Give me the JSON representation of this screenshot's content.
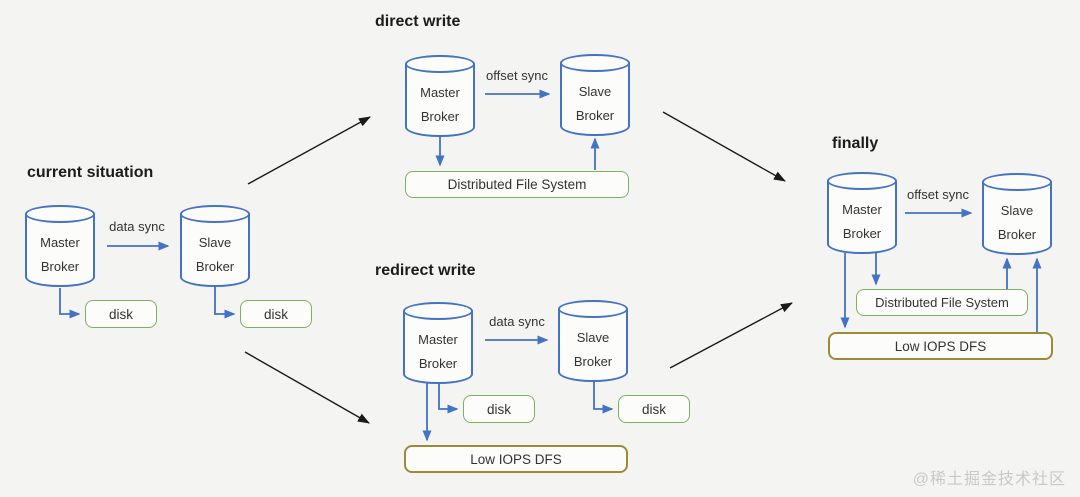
{
  "watermark": "@稀土掘金技术社区",
  "colors": {
    "blue": "#4472c4",
    "green": "#7db25c",
    "brown": "#a08935",
    "black_arrow": "#1a1a1a",
    "background": "#f4f4f2"
  },
  "sections": {
    "current": {
      "title": "current situation",
      "sync_label": "data sync",
      "master_broker": [
        "Master",
        "Broker"
      ],
      "slave_broker": [
        "Slave",
        "Broker"
      ],
      "master_disk": "disk",
      "slave_disk": "disk"
    },
    "direct": {
      "title": "direct write",
      "sync_label": "offset sync",
      "master_broker": [
        "Master",
        "Broker"
      ],
      "slave_broker": [
        "Slave",
        "Broker"
      ],
      "dfs": "Distributed File System"
    },
    "redirect": {
      "title": "redirect write",
      "sync_label": "data sync",
      "master_broker": [
        "Master",
        "Broker"
      ],
      "slave_broker": [
        "Slave",
        "Broker"
      ],
      "master_disk": "disk",
      "slave_disk": "disk",
      "low_dfs": "Low IOPS DFS"
    },
    "finally": {
      "title": "finally",
      "sync_label": "offset sync",
      "master_broker": [
        "Master",
        "Broker"
      ],
      "slave_broker": [
        "Slave",
        "Broker"
      ],
      "dfs": "Distributed File System",
      "low_dfs": "Low IOPS DFS"
    }
  }
}
